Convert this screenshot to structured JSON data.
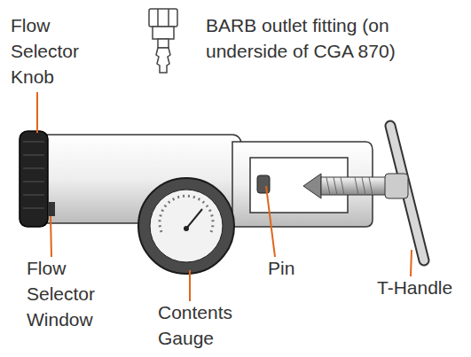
{
  "diagram": {
    "labels": [
      "Flow Selector Knob",
      "BARB outlet fitting (on underside of CGA 870)",
      "Flow Selector Window",
      "Pin",
      "Contents Gauge",
      "T-Handle"
    ]
  }
}
